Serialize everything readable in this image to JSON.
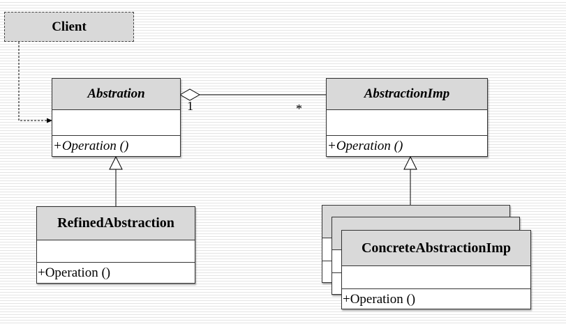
{
  "client": {
    "name": "Client"
  },
  "abstraction": {
    "name": "Abstration",
    "operation": "+Operation ()"
  },
  "abstraction_imp": {
    "name": "AbstractionImp",
    "operation": "+Operation ()"
  },
  "refined": {
    "name": "RefinedAbstraction",
    "operation": "+Operation ()"
  },
  "concrete": {
    "name": "ConcreteAbstractionImp",
    "operation": "+Operation ()"
  },
  "association": {
    "source_multiplicity": "1",
    "target_multiplicity": "*"
  }
}
